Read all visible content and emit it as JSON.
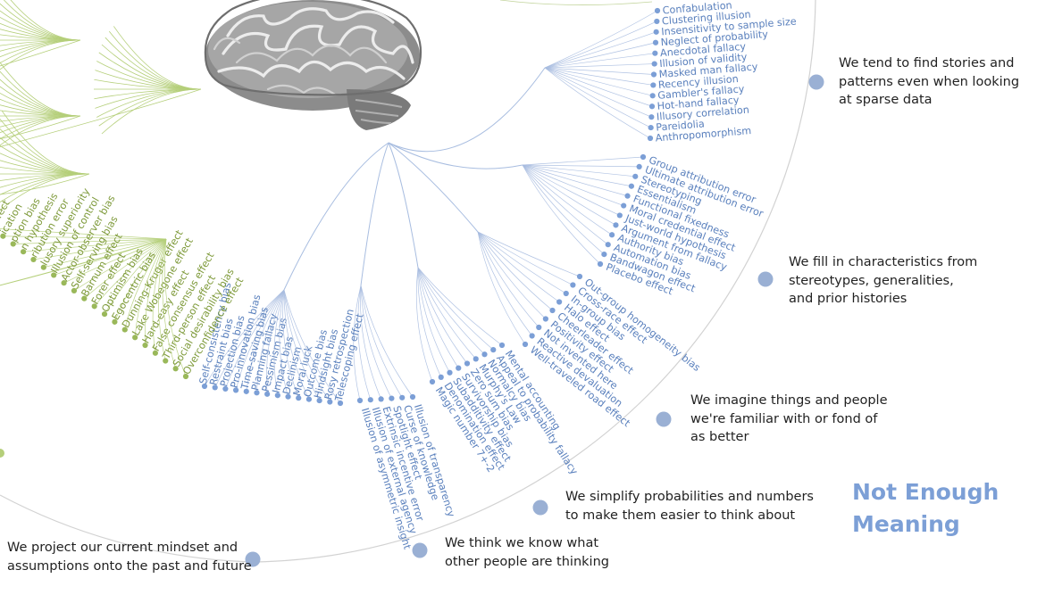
{
  "category": {
    "title_line1": "Not Enough",
    "title_line2": "Meaning",
    "color": "#7c9fd6"
  },
  "colors": {
    "blue": "#7c9fd6",
    "blue_text": "#5a80bd",
    "green": "#9ab85a",
    "green_text": "#7e9a3a",
    "circle": "#cfcfcf",
    "node": "#9ab0d4"
  },
  "notes": [
    {
      "id": "stories",
      "lines": [
        "We tend to find stories and",
        "patterns even when looking",
        "at sparse data"
      ]
    },
    {
      "id": "stereotypes",
      "lines": [
        "We fill in characteristics from",
        "stereotypes, generalities,",
        "and prior histories"
      ]
    },
    {
      "id": "familiar",
      "lines": [
        "We imagine things and people",
        "we're familiar with or fond of",
        "as better"
      ]
    },
    {
      "id": "probabilities",
      "lines": [
        "We simplify probabilities and numbers",
        "to make them easier to think about"
      ]
    },
    {
      "id": "others",
      "lines": [
        "We think we know what",
        "other people are thinking"
      ]
    },
    {
      "id": "project",
      "lines": [
        "We project our current mindset and",
        "assumptions onto the past and future"
      ]
    }
  ],
  "groups": [
    {
      "id": "stories",
      "color": "blue",
      "biases": [
        "Confabulation",
        "Clustering illusion",
        "Insensitivity to sample size",
        "Neglect of probability",
        "Anecdotal fallacy",
        "Illusion of validity",
        "Masked man fallacy",
        "Recency illusion",
        "Gambler's fallacy",
        "Hot-hand fallacy",
        "Illusory correlation",
        "Pareidolia",
        "Anthropomorphism"
      ]
    },
    {
      "id": "stereotypes",
      "color": "blue",
      "biases": [
        "Group attribution error",
        "Ultimate attribution error",
        "Stereotyping",
        "Essentialism",
        "Functional fixedness",
        "Moral credential effect",
        "Just-world hypothesis",
        "Argument from fallacy",
        "Authority bias",
        "Automation bias",
        "Bandwagon effect",
        "Placebo effect"
      ]
    },
    {
      "id": "familiar",
      "color": "blue",
      "biases": [
        "Out-group homogeneity bias",
        "Cross-race effect",
        "In-group bias",
        "Halo effect",
        "Cheerleader effect",
        "Positivity effect",
        "Not invented here",
        "Reactive devaluation",
        "Well-traveled road effect"
      ]
    },
    {
      "id": "probabilities",
      "color": "blue",
      "biases": [
        "Mental accounting",
        "Appeal to probability fallacy",
        "Normalcy bias",
        "Murphy's Law",
        "Zero sum bias",
        "Survivorship bias",
        "Subadditivity effect",
        "Denomination effect",
        "Magic number 7+-2"
      ]
    },
    {
      "id": "others",
      "color": "blue",
      "biases": [
        "Illusion of transparency",
        "Curse of knowledge",
        "Spotlight effect",
        "Extrinsic incentive error",
        "Illusion of external agency",
        "Illusion of asymmetric insight"
      ]
    },
    {
      "id": "project",
      "color": "blue",
      "biases": [
        "Self-consistency bias",
        "Restraint bias",
        "Projection bias",
        "Pro-innovation bias",
        "Time-saving bias",
        "Planning fallacy",
        "Pessimism bias",
        "Impact bias",
        "Declinism",
        "Moral luck",
        "Outcome bias",
        "Hindsight bias",
        "Rosy retrospection",
        "Telescoping effect"
      ]
    },
    {
      "id": "green-partial",
      "color": "green",
      "biases": [
        "effect",
        "ication",
        "ption bias",
        "n hypothesis",
        "ribution error",
        "lusory superiority",
        "Illusion of control",
        "Actor-observer bias",
        "Self-serving bias",
        "Barnum effect",
        "Forer effect",
        "Optimism bias",
        "Egocentric bias",
        "Dunning-Kruger effect",
        "Lake Wobegone effect",
        "Hard-easy effect",
        "False consensus effect",
        "Third-person effect",
        "Social desirability bias",
        "Overconfidence effect"
      ]
    }
  ]
}
